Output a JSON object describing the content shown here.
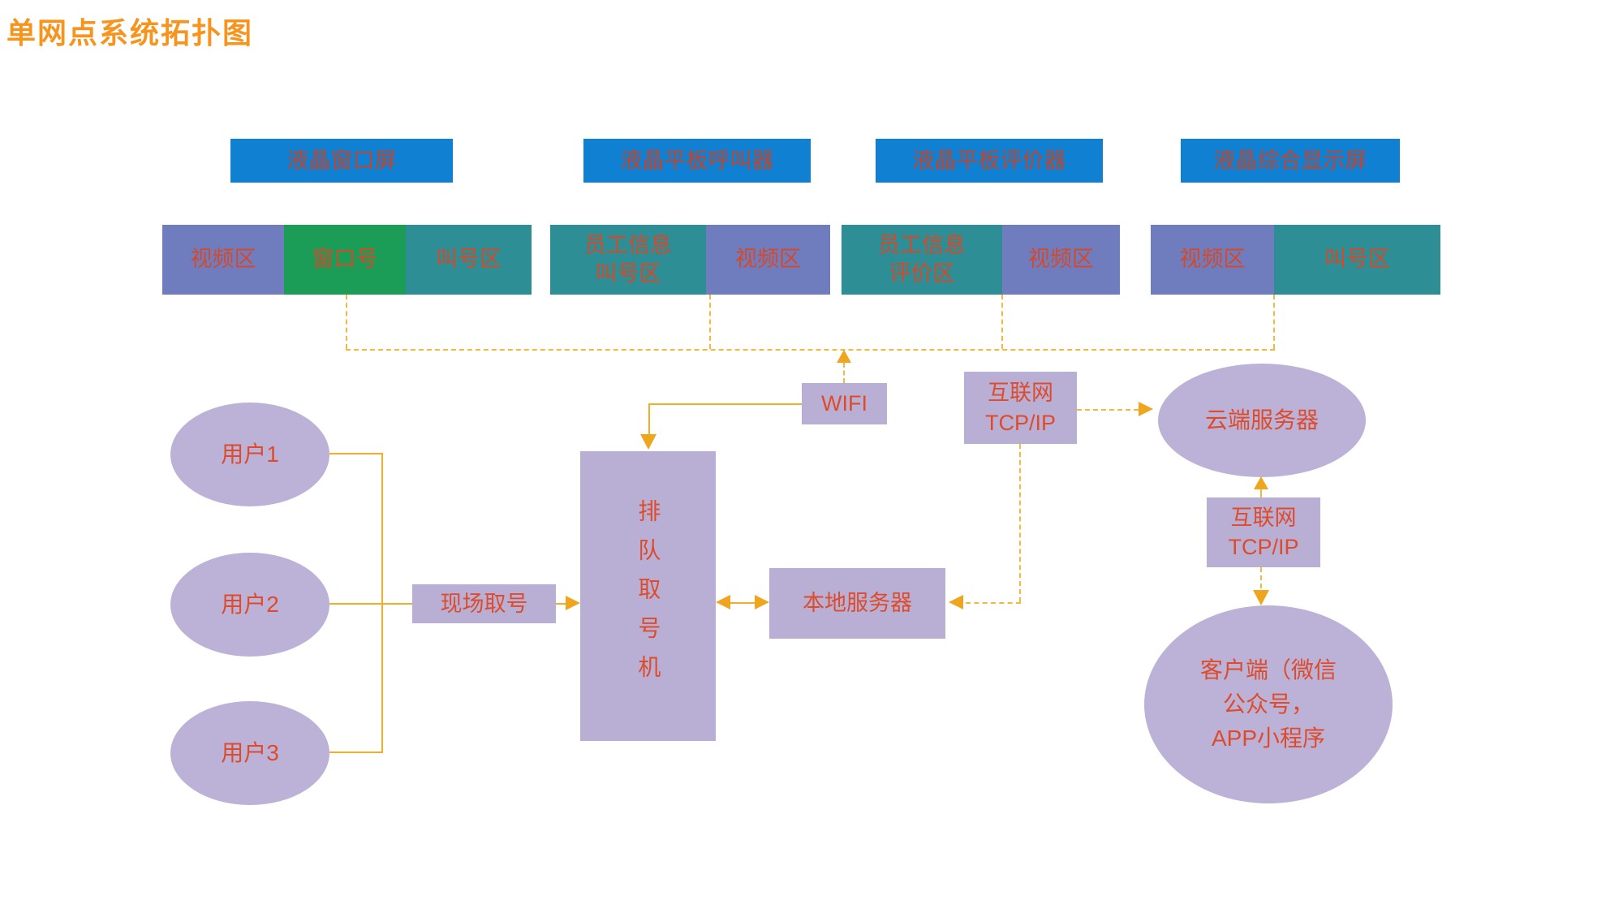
{
  "title": "单网点系统拓扑图",
  "colors": {
    "title_orange": "#F7941D",
    "header_blue": "#0F80D2",
    "panel_purple": "#6F7CBE",
    "panel_green": "#1B9D58",
    "panel_teal": "#2E8E95",
    "node_lavender": "#B9AFD5",
    "text_red": "#D5492B",
    "connector_solid_orange": "#F2AE2B",
    "connector_dashed_orange": "#F1BA3E"
  },
  "screens": [
    {
      "label": "液晶窗口屏",
      "segments": [
        {
          "label": "视频区"
        },
        {
          "label": "窗口号"
        },
        {
          "label": "叫号区"
        }
      ]
    },
    {
      "label": "液晶平板呼叫器",
      "segments": [
        {
          "label": "员工信息\n叫号区"
        },
        {
          "label": "视频区"
        }
      ]
    },
    {
      "label": "液晶平板评价器",
      "segments": [
        {
          "label": "员工信息\n评价区"
        },
        {
          "label": "视频区"
        }
      ]
    },
    {
      "label": "液晶综合显示屏",
      "segments": [
        {
          "label": "视频区"
        },
        {
          "label": "叫号区"
        }
      ]
    }
  ],
  "nodes": {
    "user1": "用户1",
    "user2": "用户2",
    "user3": "用户3",
    "onsite_ticket": "现场取号",
    "queue_kiosk": "排队取号机",
    "local_server": "本地服务器",
    "wifi": "WIFI",
    "internet_tcpip_top": "互联网\nTCP/IP",
    "cloud_server": "云端服务器",
    "internet_tcpip_right": "互联网\nTCP/IP",
    "client": "客户端（微信\n公众号，\nAPP小程序"
  }
}
